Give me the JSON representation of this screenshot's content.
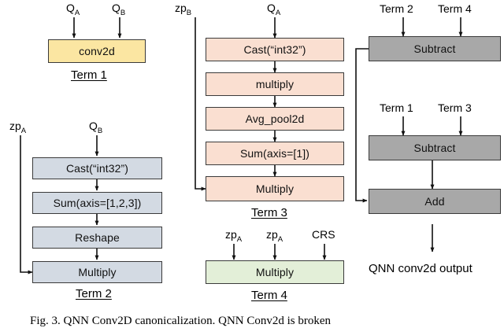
{
  "figure": {
    "caption": "Fig. 3. QNN Conv2D canonicalization. QNN Conv2d is broken",
    "output_label": "QNN conv2d output",
    "colors": {
      "term1_fill": "#FBE6A2",
      "term2_fill": "#D3DAE3",
      "term3_fill": "#FADFD1",
      "term4_fill": "#E3EFD8",
      "combiner_fill": "#A8A8A8",
      "border": "#3A3A3A",
      "background": "#FFFFFF"
    }
  },
  "groups": {
    "term1": {
      "caption": "Term 1",
      "inputs": [
        "Q",
        "Q"
      ],
      "input_labels": [
        {
          "base": "Q",
          "sub": "A"
        },
        {
          "base": "Q",
          "sub": "B"
        }
      ],
      "nodes": [
        {
          "label": "conv2d",
          "color": "term1_fill"
        }
      ]
    },
    "term2": {
      "caption": "Term 2",
      "side_input": {
        "base": "zp",
        "sub": "A"
      },
      "top_input": {
        "base": "Q",
        "sub": "B"
      },
      "nodes": [
        {
          "label": "Cast(“int32”)",
          "color": "term2_fill"
        },
        {
          "label": "Sum(axis=[1,2,3])",
          "color": "term2_fill"
        },
        {
          "label": "Reshape",
          "color": "term2_fill"
        },
        {
          "label": "Multiply",
          "color": "term2_fill"
        }
      ]
    },
    "term3": {
      "caption": "Term 3",
      "side_input": {
        "base": "zp",
        "sub": "B"
      },
      "top_input": {
        "base": "Q",
        "sub": "A"
      },
      "nodes": [
        {
          "label": "Cast(“int32”)",
          "color": "term3_fill"
        },
        {
          "label": "multiply",
          "color": "term3_fill"
        },
        {
          "label": "Avg_pool2d",
          "color": "term3_fill"
        },
        {
          "label": "Sum(axis=[1])",
          "color": "term3_fill"
        },
        {
          "label": "Multiply",
          "color": "term3_fill"
        }
      ]
    },
    "term4": {
      "caption": "Term 4",
      "input_labels": [
        {
          "base": "zp",
          "sub": "A"
        },
        {
          "base": "zp",
          "sub": "A"
        },
        {
          "base": "CRS",
          "sub": ""
        }
      ],
      "nodes": [
        {
          "label": "Multiply",
          "color": "term4_fill"
        }
      ]
    },
    "combiner": {
      "subtract_top": {
        "label": "Subtract",
        "inputs": [
          "Term 2",
          "Term 4"
        ]
      },
      "subtract_bottom": {
        "label": "Subtract",
        "inputs": [
          "Term 1",
          "Term 3"
        ]
      },
      "add": {
        "label": "Add",
        "output": "QNN conv2d output"
      }
    }
  }
}
